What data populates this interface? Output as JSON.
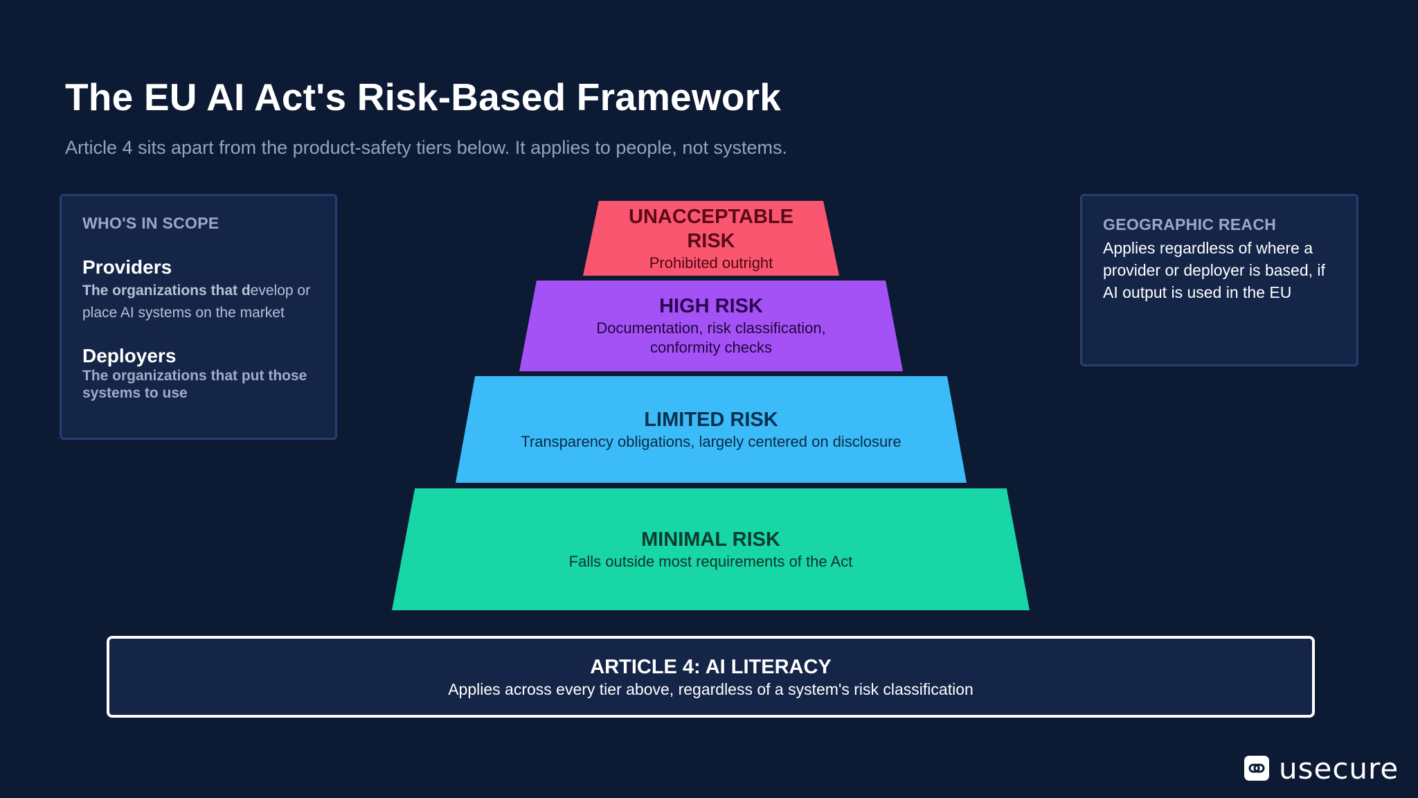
{
  "header": {
    "title": "The EU AI Act's Risk-Based Framework",
    "subtitle": "Article 4 sits apart from the product-safety tiers below. It applies to people, not systems."
  },
  "scope_panel": {
    "heading": "WHO'S IN SCOPE",
    "providers": {
      "title": "Providers",
      "desc_bold": "The organizations that d",
      "desc_rest": "evelop or place AI systems on the market"
    },
    "deployers": {
      "title": "Deployers",
      "desc": "The organizations that put those systems to use"
    }
  },
  "reach_panel": {
    "heading": "GEOGRAPHIC REACH",
    "body": "Applies regardless of where a provider or deployer is based, if AI output is used in the EU"
  },
  "pyramid": {
    "tiers": [
      {
        "label": "UNACCEPTABLE RISK",
        "desc": "Prohibited outright",
        "color": "#fb5670"
      },
      {
        "label": "HIGH RISK",
        "desc": "Documentation, risk classification, conformity checks",
        "color": "#a452f6"
      },
      {
        "label": "LIMITED RISK",
        "desc": "Transparency obligations, largely centered on disclosure",
        "color": "#3bbcf9"
      },
      {
        "label": "MINIMAL RISK",
        "desc": "Falls outside most requirements of the Act",
        "color": "#19d6a7"
      }
    ]
  },
  "article4": {
    "title": "ARTICLE 4: AI LITERACY",
    "desc": "Applies across every tier above, regardless of a system's risk classification"
  },
  "brand": {
    "logo_icon": "usecure-link-icon",
    "name": "usecure"
  }
}
